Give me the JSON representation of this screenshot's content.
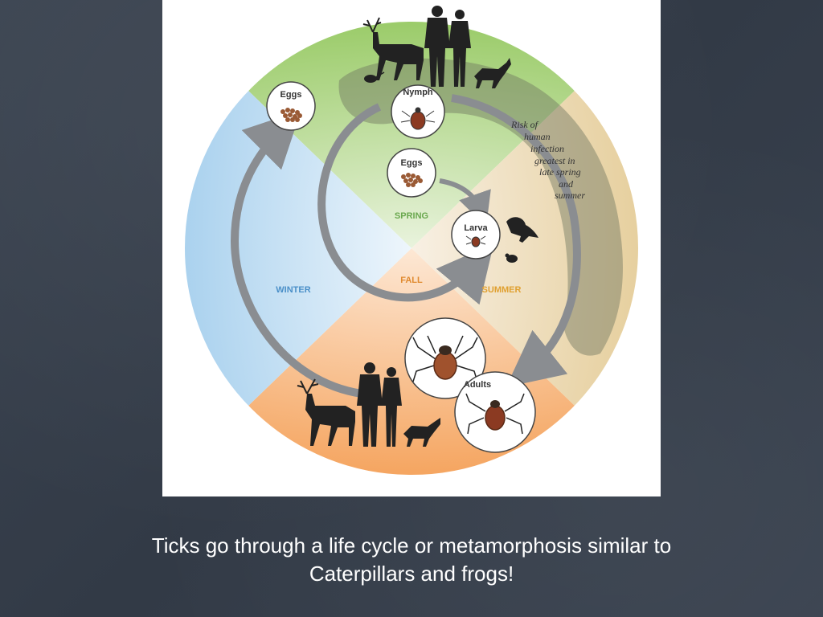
{
  "diagram": {
    "stages": {
      "eggs_outer": "Eggs",
      "nymph": "Nymph",
      "eggs_inner": "Eggs",
      "larva": "Larva",
      "adults": "Adults"
    },
    "seasons": {
      "spring": "SPRING",
      "summer": "SUMMER",
      "fall": "FALL",
      "winter": "WINTER"
    },
    "risk_note": [
      "Risk of",
      "human",
      "infection",
      "greatest in",
      "late spring",
      "and",
      "summer"
    ],
    "colors": {
      "spring": "#9ccc6b",
      "summer": "#e6cf9d",
      "fall": "#f5a662",
      "winter": "#a9d1ee",
      "arrow": "#8a8d91",
      "risk_band": "#6e7560",
      "tick": "#8b3a22",
      "silhouette": "#222222"
    }
  },
  "caption": {
    "line1": "Ticks go through a life cycle or metamorphosis similar to",
    "line2": "Caterpillars and frogs!"
  }
}
